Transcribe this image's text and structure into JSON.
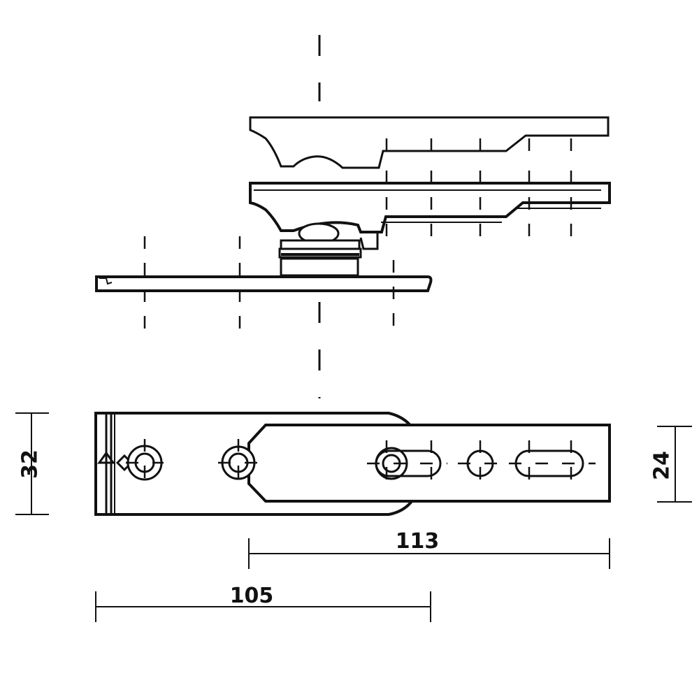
{
  "diagram": {
    "dimensions": {
      "height_left": "32",
      "height_right": "24",
      "length_upper": "113",
      "length_lower": "105"
    }
  }
}
